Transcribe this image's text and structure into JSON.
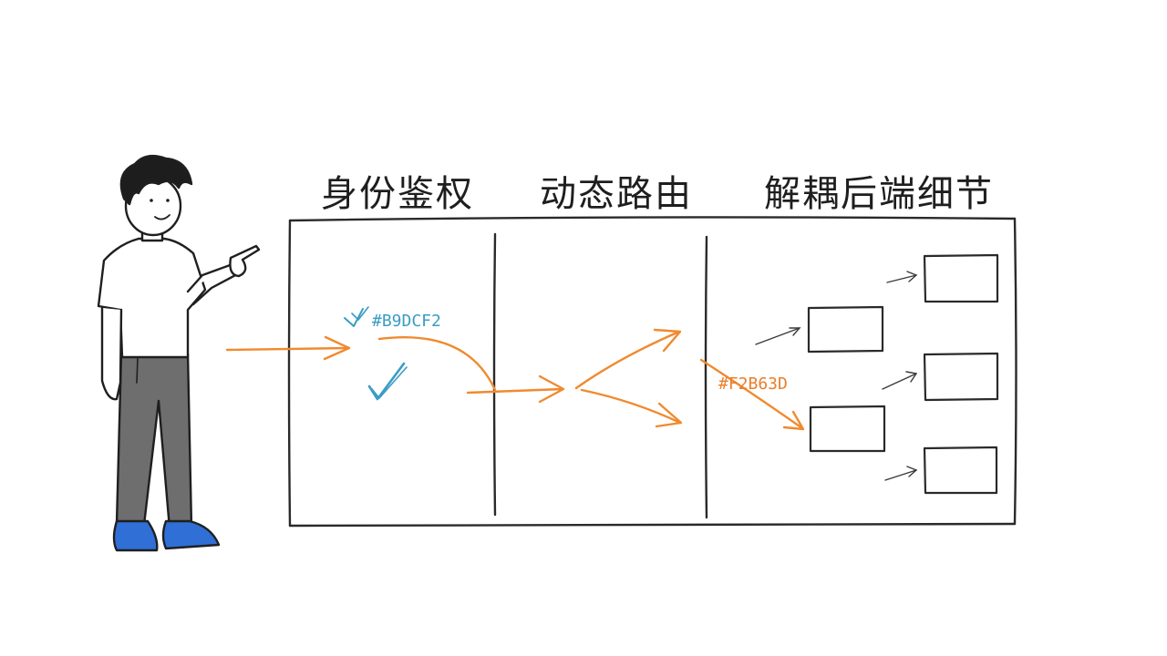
{
  "diagram": {
    "stages": [
      {
        "id": "auth",
        "title": "身份鉴权"
      },
      {
        "id": "routing",
        "title": "动态路由"
      },
      {
        "id": "decouple",
        "title": "解耦后端细节"
      }
    ],
    "annotations": {
      "blue_code": "#B9DCF2",
      "orange_code": "#F2B63D"
    }
  },
  "colors": {
    "ink": "#2a2a2a",
    "arrow": "#f08a2e",
    "check": "#3a9cc4",
    "shirt": "#ffffff",
    "pants": "#6e6e6e",
    "shoes": "#2f6fd6",
    "hair": "#1d1d1d"
  }
}
